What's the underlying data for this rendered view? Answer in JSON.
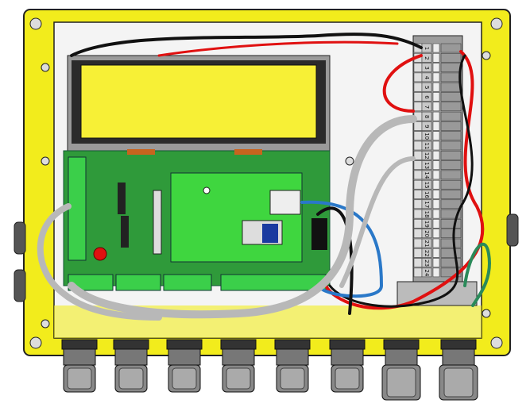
{
  "terminal_block": {
    "labels": [
      "1",
      "2",
      "3",
      "4",
      "5",
      "6",
      "7",
      "8",
      "9",
      "10",
      "11",
      "12",
      "13",
      "14",
      "15",
      "16",
      "17",
      "18",
      "19",
      "20",
      "21",
      "22",
      "23",
      "24"
    ]
  },
  "colors": {
    "enclosure": "#f2ec1c",
    "panel": "#f4f4f4",
    "pcb": "#2f9a3a",
    "subboard": "#3fd63f",
    "lcd": "#f7f036",
    "wire_red": "#e01010",
    "wire_black": "#111111",
    "wire_gray": "#b8b8b8",
    "wire_blue": "#2a78c8",
    "wire_green": "#2a8a5a"
  }
}
